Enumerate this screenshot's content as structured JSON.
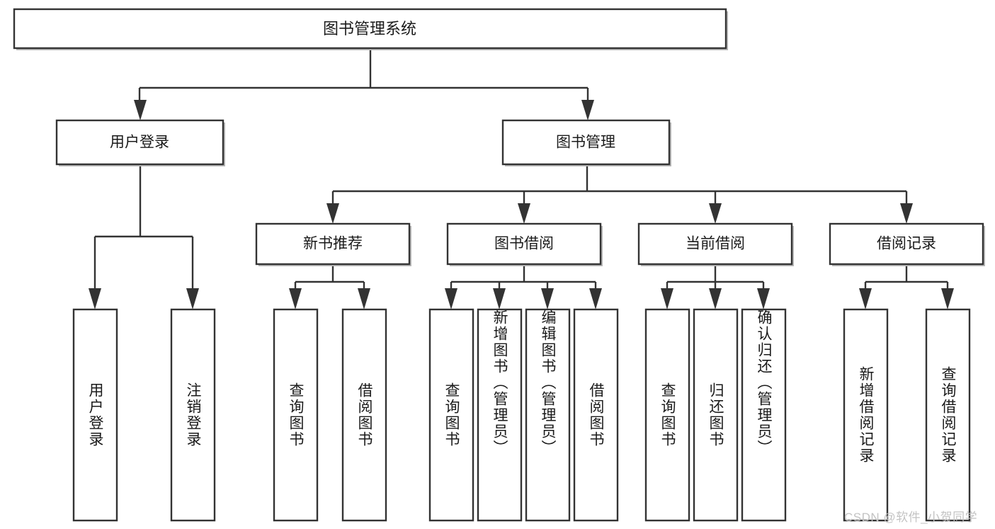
{
  "diagram": {
    "type": "tree-hierarchy-chart",
    "title": "图书管理系统",
    "levels": {
      "root": {
        "label": "图书管理系统",
        "orientation": "horizontal"
      },
      "level2": [
        {
          "label": "用户登录",
          "orientation": "horizontal"
        },
        {
          "label": "图书管理",
          "orientation": "horizontal"
        }
      ],
      "level3": [
        {
          "label": "新书推荐",
          "orientation": "horizontal",
          "parent": "图书管理"
        },
        {
          "label": "图书借阅",
          "orientation": "horizontal",
          "parent": "图书管理"
        },
        {
          "label": "当前借阅",
          "orientation": "horizontal",
          "parent": "图书管理"
        },
        {
          "label": "借阅记录",
          "orientation": "horizontal",
          "parent": "图书管理"
        }
      ],
      "leaves": [
        {
          "label": "用户登录",
          "orientation": "vertical",
          "parent": "用户登录"
        },
        {
          "label": "注销登录",
          "orientation": "vertical",
          "parent": "用户登录"
        },
        {
          "label": "查询图书",
          "orientation": "vertical",
          "parent": "新书推荐"
        },
        {
          "label": "借阅图书",
          "orientation": "vertical",
          "parent": "新书推荐"
        },
        {
          "label": "查询图书",
          "orientation": "vertical",
          "parent": "图书借阅"
        },
        {
          "label": "新增图书（管理员）",
          "orientation": "vertical",
          "parent": "图书借阅"
        },
        {
          "label": "编辑图书（管理员）",
          "orientation": "vertical",
          "parent": "图书借阅"
        },
        {
          "label": "借阅图书",
          "orientation": "vertical",
          "parent": "图书借阅"
        },
        {
          "label": "查询图书",
          "orientation": "vertical",
          "parent": "当前借阅"
        },
        {
          "label": "归还图书",
          "orientation": "vertical",
          "parent": "当前借阅"
        },
        {
          "label": "确认归还（管理员）",
          "orientation": "vertical",
          "parent": "当前借阅"
        },
        {
          "label": "新增借阅记录",
          "orientation": "vertical",
          "parent": "借阅记录"
        },
        {
          "label": "查询借阅记录",
          "orientation": "vertical",
          "parent": "借阅记录"
        }
      ]
    },
    "colors": {
      "box_fill": "#ffffff",
      "box_stroke": "#333333",
      "text": "#1a1a1a",
      "shadow": "#b8b8b8",
      "background": "#ffffff",
      "watermark": "#c3c3c3"
    }
  },
  "watermark": {
    "text": "CSDN @软件_小贺同学"
  }
}
